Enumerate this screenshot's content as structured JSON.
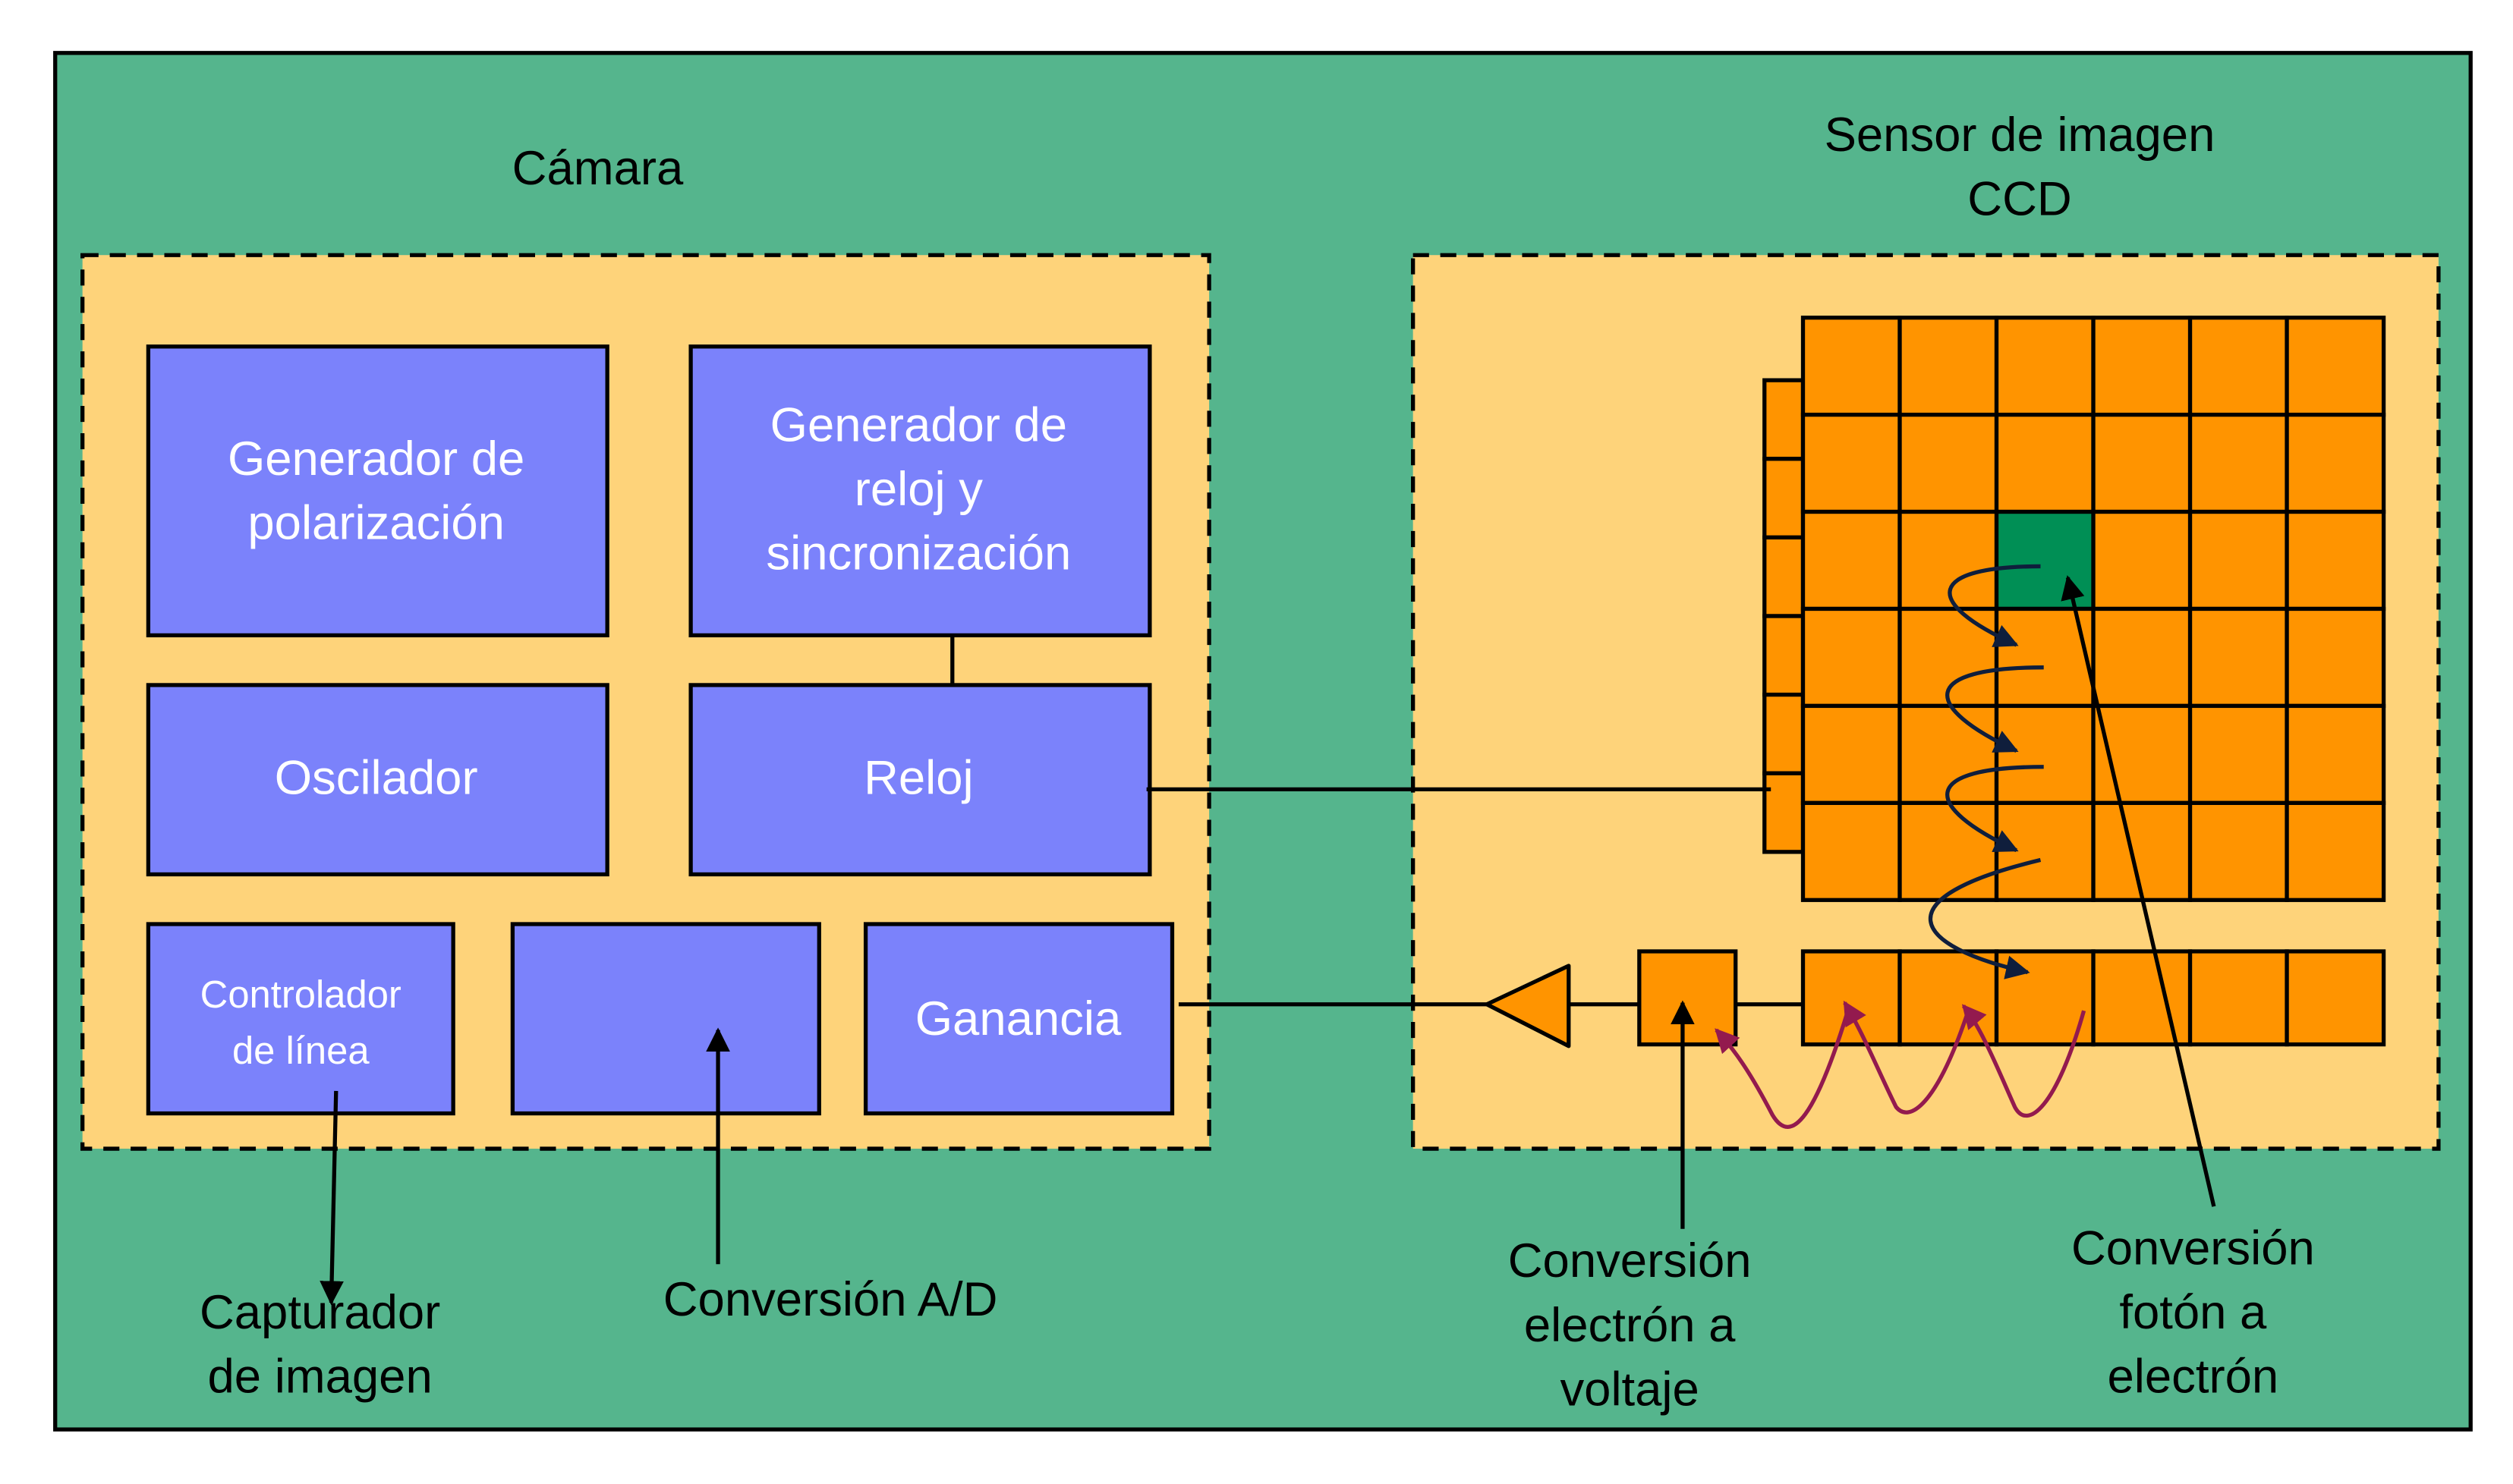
{
  "colors": {
    "background": "#55b58d",
    "panel": "#fed37a",
    "block": "#7b82fb",
    "ccd_cell": "#ff9400",
    "highlight_cell": "#008f55",
    "charge_arrow": "#0f1e3c",
    "transfer_arrow": "#931a4e"
  },
  "camera": {
    "title": "Cámara",
    "blocks": {
      "bias_gen": [
        "Generador de",
        "polarización"
      ],
      "clock_gen": [
        "Generador de",
        "reloj y",
        "sincronización"
      ],
      "oscillator": "Oscilador",
      "clock": "Reloj",
      "line_ctrl": [
        "Controlador",
        "de línea"
      ],
      "adc": "",
      "gain": "Ganancia"
    }
  },
  "sensor": {
    "title": [
      "Sensor de imagen",
      "CCD"
    ],
    "grid_rows": 6,
    "grid_cols": 6,
    "register_cols": 6,
    "highlight_cell": {
      "row": 2,
      "col": 2
    }
  },
  "labels": {
    "frame_grabber": [
      "Capturador",
      "de imagen"
    ],
    "ad_conversion": "Conversión A/D",
    "electron_voltage": [
      "Conversión",
      "electrón a",
      "voltaje"
    ],
    "photon_electron": [
      "Conversión",
      "fotón a",
      "electrón"
    ]
  }
}
